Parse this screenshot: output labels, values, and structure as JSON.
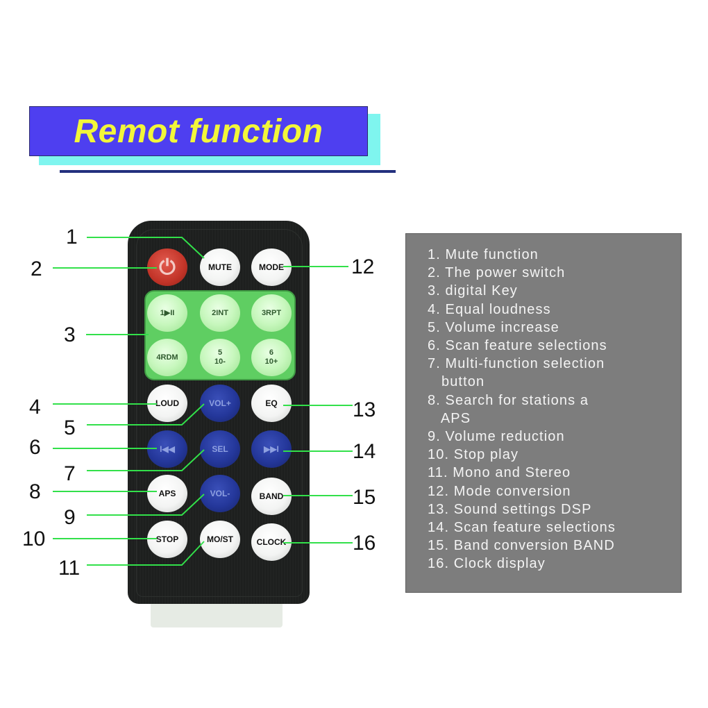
{
  "title": "Remot function",
  "buttons": {
    "power": "⏻",
    "mute": "MUTE",
    "mode": "MODE",
    "k1": "1▶II",
    "k2": "2INT",
    "k3": "3RPT",
    "k4": "4RDM",
    "k5": "5\n10-",
    "k6": "6\n10+",
    "loud": "LOUD",
    "vol_up": "VOL+",
    "eq": "EQ",
    "prev": "I◀◀",
    "sel": "SEL",
    "next": "▶▶I",
    "aps": "APS",
    "vol_down": "VOL-",
    "band": "BAND",
    "stop": "STOP",
    "mo_st": "MO/ST",
    "clock": "CLOCK"
  },
  "callouts": [
    "1",
    "2",
    "3",
    "4",
    "5",
    "6",
    "7",
    "8",
    "9",
    "10",
    "11",
    "12",
    "13",
    "14",
    "15",
    "16"
  ],
  "legend": [
    "1. Mute function",
    "2. The power switch",
    "3. digital Key",
    "4. Equal loudness",
    "5. Volume increase",
    "6. Scan feature selections",
    "7. Multi-function selection",
    "   button",
    "8. Search for stations a",
    "   APS",
    "9. Volume reduction",
    "10. Stop play",
    "11. Mono and Stereo",
    "12. Mode conversion",
    "13. Sound settings DSP",
    "14. Scan feature selections",
    "15. Band conversion BAND",
    "16. Clock display"
  ],
  "colors": {
    "banner": "#4e3ff0",
    "banner_text": "#f2f63a",
    "callout_line": "#32e04a",
    "legend_bg": "#7d7d7d"
  }
}
